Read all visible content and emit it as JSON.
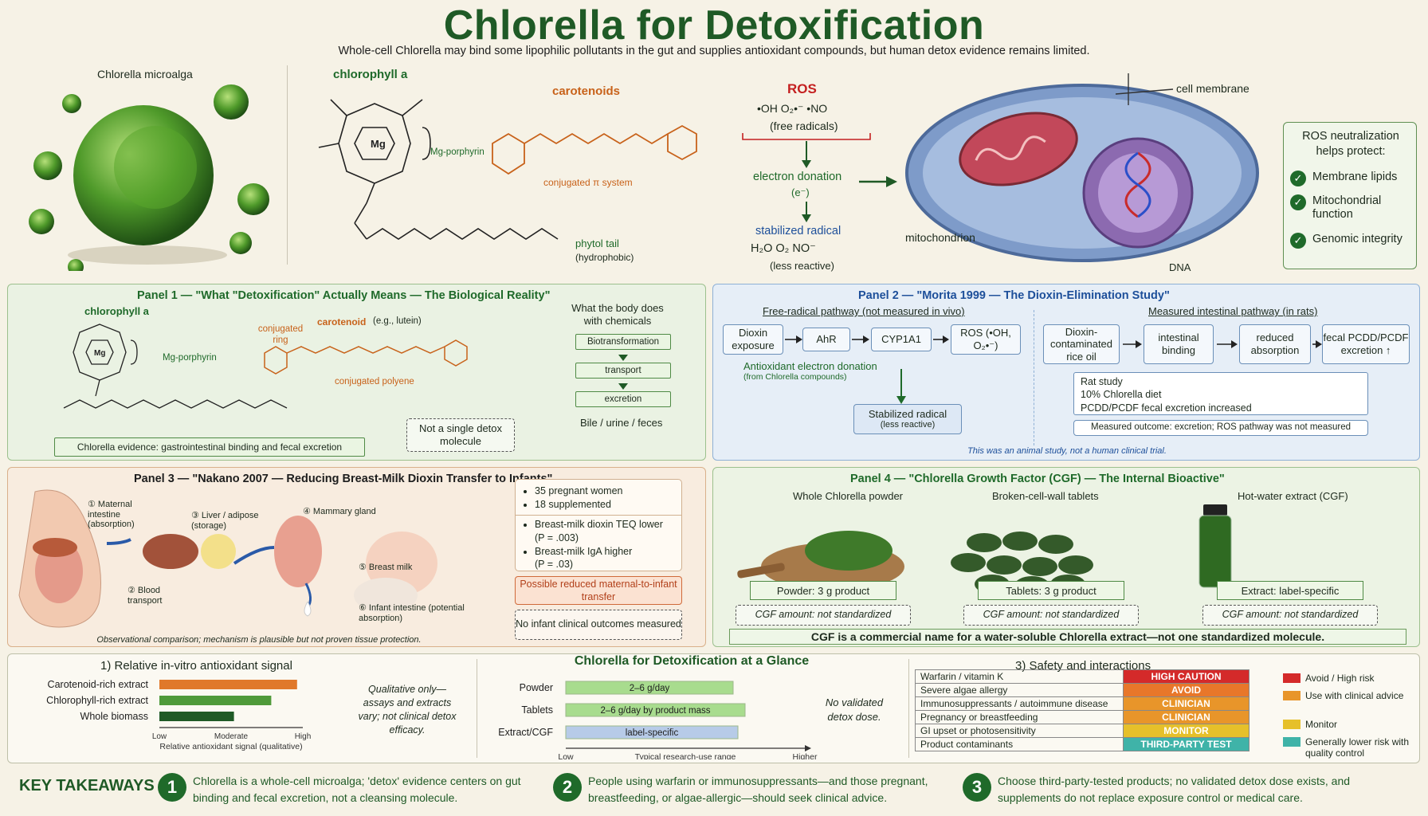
{
  "header": {
    "title": "Chlorella for Detoxification",
    "subtitle": "Whole-cell Chlorella may bind some lipophilic pollutants in the gut and supplies antioxidant compounds, but human detox evidence remains limited."
  },
  "hero": {
    "microalga_label": "Chlorella microalga",
    "chlorophyll_label": "chlorophyll a",
    "mg_porphyrin": "Mg-porphyrin",
    "phytol_tail": "phytol tail",
    "phytol_note": "(hydrophobic)",
    "carotenoids_label": "carotenoids",
    "conjugated": "conjugated π system",
    "ros_label": "ROS",
    "ros_species": "•OH   O₂•⁻   •NO",
    "free_radicals": "(free radicals)",
    "electron_donation": "electron donation",
    "electron_symbol": "(e⁻)",
    "stabilized_radical": "stabilized radical",
    "products": "H₂O     O₂     NO⁻",
    "less_reactive": "(less reactive)",
    "cell_membrane": "cell membrane",
    "mitochondrion": "mitochondrion",
    "dna": "DNA",
    "protect_title": "ROS neutralization helps protect:",
    "protect_items": [
      "Membrane lipids",
      "Mitochondrial function",
      "Genomic integrity"
    ]
  },
  "panel1": {
    "title": "Panel 1 — \"What \"Detoxification\" Actually Means — The Biological Reality\"",
    "chlorophyll_label": "chlorophyll a",
    "mg_porphyrin": "Mg-porphyrin",
    "carotenoid_label": "carotenoid",
    "carotenoid_eg": "(e.g., lutein)",
    "conjugated_ring": "conjugated ring",
    "conjugated_polyene": "conjugated polyene",
    "body_title": "What the body does with chemicals",
    "steps": [
      "Biotransformation",
      "transport",
      "excretion"
    ],
    "routes": "Bile / urine / feces",
    "not_single": "Not a single detox molecule",
    "evidence": "Chlorella evidence: gastrointestinal binding and fecal excretion"
  },
  "panel2": {
    "title": "Panel 2 — \"Morita 1999 — The Dioxin-Elimination Study\"",
    "left_heading": "Free-radical pathway (not measured in vivo)",
    "right_heading": "Measured intestinal pathway (in rats)",
    "left_flow": [
      "Dioxin exposure",
      "AhR",
      "CYP1A1",
      "ROS (•OH, O₂•⁻)"
    ],
    "antioxidant": "Antioxidant electron donation",
    "antioxidant_note": "(from Chlorella compounds)",
    "stabilized": "Stabilized radical",
    "stabilized_note": "(less reactive)",
    "right_flow": [
      "Dioxin-contaminated rice oil",
      "intestinal binding",
      "reduced absorption",
      "fecal PCDD/PCDF excretion ↑"
    ],
    "study_points": [
      "Rat study",
      "10% Chlorella diet",
      "PCDD/PCDF fecal excretion increased"
    ],
    "outcome": "Measured outcome: excretion; ROS pathway was not measured",
    "note": "This was an animal study, not a human clinical trial."
  },
  "panel3": {
    "title": "Panel 3 — \"Nakano 2007 — Reducing Breast-Milk Dioxin Transfer to Infants\"",
    "steps": [
      "① Maternal intestine (absorption)",
      "② Blood transport",
      "③ Liver / adipose (storage)",
      "④ Mammary gland",
      "⑤ Breast milk",
      "⑥ Infant intestine (potential absorption)"
    ],
    "card_a": [
      "35 pregnant women",
      "18 supplemented"
    ],
    "card_b": [
      "Breast-milk dioxin TEQ lower",
      "(P = .003)",
      "Breast-milk IgA higher",
      "(P = .03)"
    ],
    "possible": "Possible reduced maternal-to-infant transfer",
    "no_infant": "No infant clinical outcomes measured",
    "note": "Observational comparison; mechanism is plausible but not proven tissue protection."
  },
  "panel4": {
    "title": "Panel 4 — \"Chlorella Growth Factor (CGF) — The Internal Bioactive\"",
    "forms": [
      {
        "name": "Whole Chlorella powder",
        "dose": "Powder:  3 g product",
        "cgf": "CGF amount: not standardized"
      },
      {
        "name": "Broken-cell-wall tablets",
        "dose": "Tablets:  3 g product",
        "cgf": "CGF amount: not standardized"
      },
      {
        "name": "Hot-water extract (CGF)",
        "dose": "Extract: label-specific",
        "cgf": "CGF amount: not standardized"
      }
    ],
    "footer": "CGF is a commercial name for a water-soluble Chlorella extract—not one standardized molecule."
  },
  "glance": {
    "title": "Chlorella for Detoxification at a Glance",
    "antiox_title": "1) Relative in-vitro antioxidant signal",
    "antiox_note": "Qualitative only—assays and extracts vary; not clinical detox efficacy.",
    "antiox_axis": [
      "Low",
      "Moderate",
      "High"
    ],
    "antiox_xlabel": "Relative antioxidant signal (qualitative)",
    "dose_note": "No validated detox dose.",
    "dose_axis": [
      "Low",
      "Typical research-use range",
      "Higher"
    ],
    "safety_title": "3) Safety and interactions",
    "safety_rows": [
      {
        "label": "Warfarin / vitamin K",
        "status": "HIGH CAUTION",
        "color": "#d42a2a"
      },
      {
        "label": "Severe algae allergy",
        "status": "AVOID",
        "color": "#e8772a"
      },
      {
        "label": "Immunosuppressants / autoimmune disease",
        "status": "CLINICIAN",
        "color": "#e8952a"
      },
      {
        "label": "Pregnancy or breastfeeding",
        "status": "CLINICIAN",
        "color": "#e8952a"
      },
      {
        "label": "GI upset or photosensitivity",
        "status": "MONITOR",
        "color": "#e6c02a"
      },
      {
        "label": "Product contaminants",
        "status": "THIRD-PARTY TEST",
        "color": "#3fb3a8"
      }
    ],
    "legend": [
      {
        "label": "Avoid / High risk",
        "color": "#d42a2a"
      },
      {
        "label": "Use with clinical advice",
        "color": "#e8952a"
      },
      {
        "label": "Monitor",
        "color": "#e6c02a"
      },
      {
        "label": "Generally lower risk with quality control",
        "color": "#3fb3a8"
      }
    ]
  },
  "chart_data": [
    {
      "type": "bar",
      "title": "1) Relative in-vitro antioxidant signal",
      "categories": [
        "Carotenoid-rich extract",
        "Chlorophyll-rich extract",
        "Whole biomass"
      ],
      "values": [
        0.96,
        0.78,
        0.52
      ],
      "colors": [
        "#e0782a",
        "#4f9a3a",
        "#1f5a26"
      ],
      "xlabel": "Relative antioxidant signal (qualitative)",
      "ticks": [
        "Low",
        "Moderate",
        "High"
      ]
    },
    {
      "type": "bar",
      "categories": [
        "Powder",
        "Tablets",
        "Extract/CGF"
      ],
      "labels": [
        "2–6 g/day",
        "2–6 g/day by product mass",
        "label-specific"
      ],
      "start": [
        0,
        0,
        0
      ],
      "end": [
        0.7,
        0.75,
        0.72
      ],
      "colors": [
        "#a8dc8e",
        "#a8dc8e",
        "#b7cbe8"
      ],
      "xlabel": "Typical research-use range",
      "ticks": [
        "Low",
        "Higher"
      ]
    }
  ],
  "takeaways": {
    "heading": "KEY TAKEAWAYS",
    "items": [
      "Chlorella is a whole-cell microalga; 'detox' evidence centers on gut binding and fecal excretion, not a cleansing molecule.",
      "People using warfarin or immunosuppressants—and those pregnant, breastfeeding, or algae-allergic—should seek clinical advice.",
      "Choose third-party-tested products; no validated detox dose exists, and supplements do not replace exposure control or medical care."
    ]
  }
}
